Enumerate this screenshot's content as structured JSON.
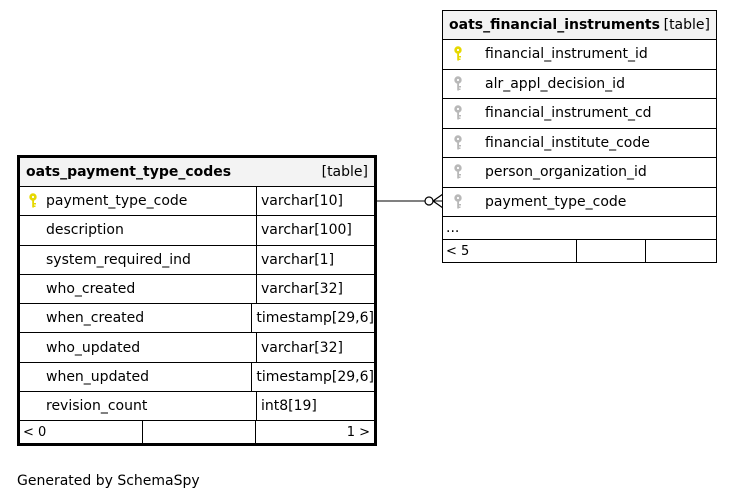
{
  "payment_table": {
    "name": "oats_payment_type_codes",
    "type": "[table]",
    "columns": [
      {
        "name": "payment_type_code",
        "type": "varchar[10]",
        "key": "primary"
      },
      {
        "name": "description",
        "type": "varchar[100]",
        "key": "none"
      },
      {
        "name": "system_required_ind",
        "type": "varchar[1]",
        "key": "none"
      },
      {
        "name": "who_created",
        "type": "varchar[32]",
        "key": "none"
      },
      {
        "name": "when_created",
        "type": "timestamp[29,6]",
        "key": "none"
      },
      {
        "name": "who_updated",
        "type": "varchar[32]",
        "key": "none"
      },
      {
        "name": "when_updated",
        "type": "timestamp[29,6]",
        "key": "none"
      },
      {
        "name": "revision_count",
        "type": "int8[19]",
        "key": "none"
      }
    ],
    "footer_left": "< 0",
    "footer_right": "1 >"
  },
  "financial_table": {
    "name": "oats_financial_instruments",
    "type": "[table]",
    "columns": [
      {
        "name": "financial_instrument_id",
        "key": "primary"
      },
      {
        "name": "alr_appl_decision_id",
        "key": "foreign"
      },
      {
        "name": "financial_instrument_cd",
        "key": "foreign"
      },
      {
        "name": "financial_institute_code",
        "key": "foreign"
      },
      {
        "name": "person_organization_id",
        "key": "foreign"
      },
      {
        "name": "payment_type_code",
        "key": "foreign"
      }
    ],
    "ellipsis": "...",
    "footer_left": "< 5"
  },
  "credit": "Generated by SchemaSpy",
  "colors": {
    "primary_key": "#e6d800",
    "foreign_key": "#b8b8b8",
    "header_bg": "#f3f3f3"
  }
}
